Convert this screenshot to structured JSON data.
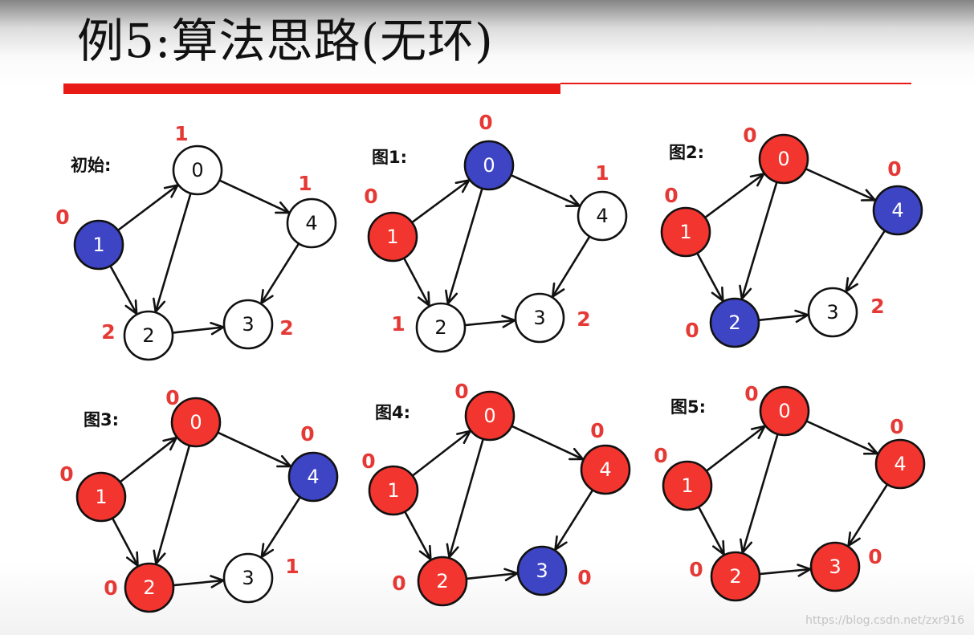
{
  "title": "例5:算法思路(无环)",
  "watermark": "https://blog.csdn.net/zxr916",
  "colors": {
    "red": "#f2352e",
    "blue": "#3d45c4",
    "white": "#ffffff",
    "count": "#e53935",
    "accent_bar": "#e81a16"
  },
  "edges": [
    [
      1,
      0
    ],
    [
      1,
      2
    ],
    [
      0,
      2
    ],
    [
      0,
      4
    ],
    [
      4,
      3
    ],
    [
      2,
      3
    ]
  ],
  "panels": [
    {
      "label": "初始:",
      "fills": [
        "white",
        "blue",
        "white",
        "white",
        "white"
      ],
      "counts": [
        "1",
        "0",
        "2",
        "2",
        "1"
      ]
    },
    {
      "label": "图1:",
      "fills": [
        "blue",
        "red",
        "white",
        "white",
        "white"
      ],
      "counts": [
        "0",
        "0",
        "1",
        "2",
        "1"
      ]
    },
    {
      "label": "图2:",
      "fills": [
        "red",
        "red",
        "blue",
        "white",
        "blue"
      ],
      "counts": [
        "0",
        "0",
        "0",
        "2",
        "0"
      ]
    },
    {
      "label": "图3:",
      "fills": [
        "red",
        "red",
        "red",
        "white",
        "blue"
      ],
      "counts": [
        "0",
        "0",
        "0",
        "1",
        "0"
      ]
    },
    {
      "label": "图4:",
      "fills": [
        "red",
        "red",
        "red",
        "blue",
        "red"
      ],
      "counts": [
        "0",
        "0",
        "0",
        "0",
        "0"
      ]
    },
    {
      "label": "图5:",
      "fills": [
        "red",
        "red",
        "red",
        "red",
        "red"
      ],
      "counts": [
        "0",
        "0",
        "0",
        "0",
        "0"
      ]
    }
  ]
}
